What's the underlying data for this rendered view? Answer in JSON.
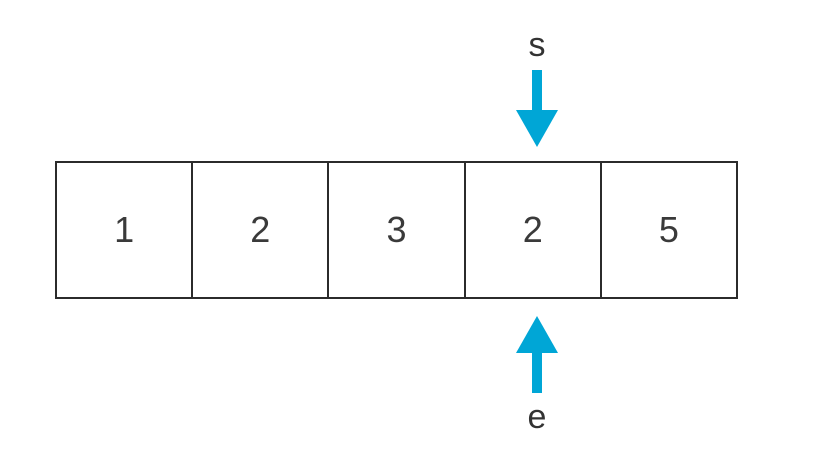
{
  "array": {
    "cells": [
      "1",
      "2",
      "3",
      "2",
      "5"
    ]
  },
  "pointers": {
    "start": {
      "label": "s",
      "target_index": 3,
      "direction": "down"
    },
    "end": {
      "label": "e",
      "target_index": 3,
      "direction": "up"
    }
  },
  "colors": {
    "arrow": "#00a6d6",
    "border": "#2b2b2b",
    "text": "#3a3a3a"
  }
}
